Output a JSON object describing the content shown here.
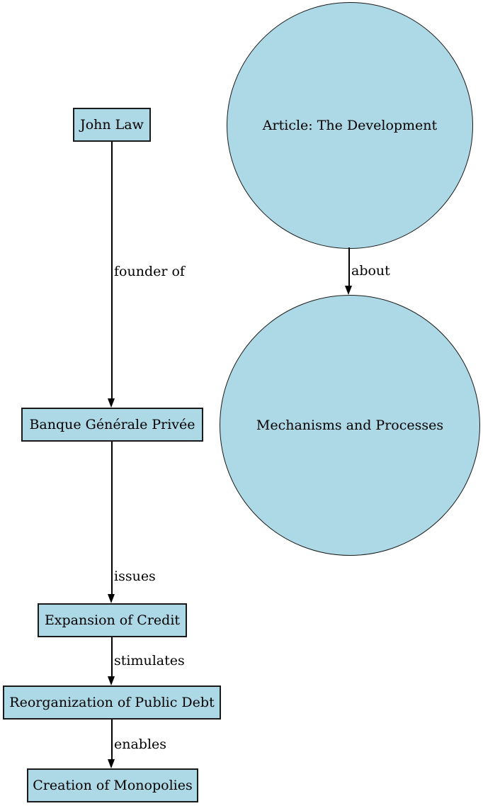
{
  "diagram": {
    "type": "knowledge-graph",
    "colors": {
      "node_fill": "#add8e6",
      "node_border": "#1a1a1a",
      "edge_color": "#000000",
      "text_color": "#000000",
      "background": "#ffffff"
    },
    "nodes": [
      {
        "id": "john-law",
        "shape": "box",
        "label": "John Law"
      },
      {
        "id": "article",
        "shape": "circle",
        "label": "Article: The Development"
      },
      {
        "id": "banque",
        "shape": "box",
        "label": "Banque Générale Privée"
      },
      {
        "id": "mechanisms",
        "shape": "circle",
        "label": "Mechanisms and Processes"
      },
      {
        "id": "expansion",
        "shape": "box",
        "label": "Expansion of Credit"
      },
      {
        "id": "reorganization",
        "shape": "box",
        "label": "Reorganization of Public Debt"
      },
      {
        "id": "monopolies",
        "shape": "box",
        "label": "Creation of Monopolies"
      }
    ],
    "edges": [
      {
        "from": "john-law",
        "to": "banque",
        "label": "founder of"
      },
      {
        "from": "article",
        "to": "mechanisms",
        "label": "about"
      },
      {
        "from": "banque",
        "to": "expansion",
        "label": "issues"
      },
      {
        "from": "expansion",
        "to": "reorganization",
        "label": "stimulates"
      },
      {
        "from": "reorganization",
        "to": "monopolies",
        "label": "enables"
      }
    ]
  }
}
